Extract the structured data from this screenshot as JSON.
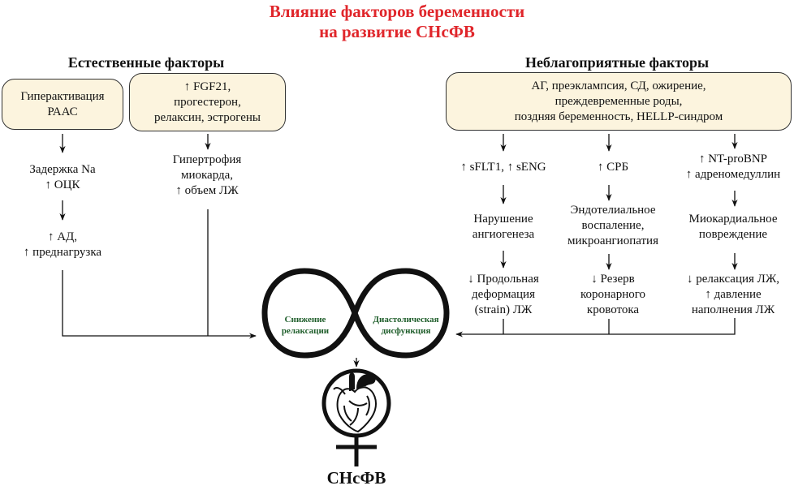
{
  "title": {
    "line1": "Влияние факторов беременности",
    "line2": "на развитие СНсФВ"
  },
  "natural": {
    "heading": "Естественные факторы",
    "box_raas": {
      "line1": "Гиперактивация",
      "line2": "РААС"
    },
    "box_hormones": {
      "line1": "↑ FGF21,",
      "line2": "прогестерон,",
      "line3": "релаксин, эстрогены"
    },
    "na": {
      "line1": "Задержка Na",
      "line2": "↑ ОЦК"
    },
    "ad": {
      "line1": "↑ АД,",
      "line2": "↑ преднагрузка"
    },
    "hypertrophy": {
      "line1": "Гипертрофия",
      "line2": "миокарда,",
      "line3": "↑ объем ЛЖ"
    }
  },
  "adverse": {
    "heading": "Неблагоприятные факторы",
    "box": {
      "line1": "АГ, преэклампсия, СД, ожирение,",
      "line2": "преждевременные роды,",
      "line3": "поздняя беременность, HELLP-синдром"
    },
    "col1": {
      "a": "↑ sFLT1, ↑ sENG",
      "b": {
        "line1": "Нарушение",
        "line2": "ангиогенеза"
      },
      "c": {
        "line1": "↓ Продольная",
        "line2": "деформация",
        "line3": "(strain) ЛЖ"
      }
    },
    "col2": {
      "a": "↑ СРБ",
      "b": {
        "line1": "Эндотелиальное",
        "line2": "воспаление,",
        "line3": "микроангиопатия"
      },
      "c": {
        "line1": "↓ Резерв",
        "line2": "коронарного",
        "line3": "кровотока"
      }
    },
    "col3": {
      "a": {
        "line1": "↑ NT-proBNP",
        "line2": "↑ адреномедуллин"
      },
      "b": {
        "line1": "Миокардиальное",
        "line2": "повреждение"
      },
      "c": {
        "line1": "↓ релаксация ЛЖ,",
        "line2": "↑ давление",
        "line3": "наполнения ЛЖ"
      }
    }
  },
  "center": {
    "left": {
      "line1": "Снижение",
      "line2": "релаксации"
    },
    "right": {
      "line1": "Диастолическая",
      "line2": "дисфункция"
    }
  },
  "result": "СНсФВ",
  "colors": {
    "title": "#e0262b",
    "box_fill": "#fcf4de",
    "center_text": "#1f5e2b"
  }
}
